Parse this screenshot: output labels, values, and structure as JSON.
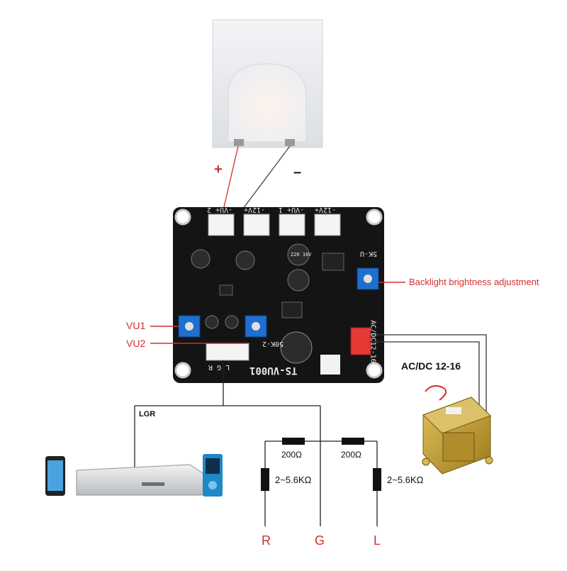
{
  "labels": {
    "plus": "+",
    "minus": "–",
    "backlight": "Backlight brightness adjustment",
    "vu1": "VU1",
    "vu2": "VU2",
    "acdc": "AC/DC 12-16",
    "lgr": "LGR",
    "r200_a": "200Ω",
    "r200_b": "200Ω",
    "r_left": "2~5.6KΩ",
    "r_right": "2~5.6KΩ",
    "term_r": "R",
    "term_g": "G",
    "term_l": "L"
  },
  "board": {
    "model": "TS-VU001",
    "conn_vu2": "-VU+ 2",
    "conn_12v_a": "-12V+",
    "conn_vu1": "-VU+ 1",
    "conn_12v_b": "-12V+",
    "conn_lgr": "L G R",
    "conn_power": "AC/DC12-16",
    "pot_5k": "5K-U",
    "pot_50k": "50K-2",
    "cap_220": "220 16V"
  },
  "colors": {
    "accent_red": "#d32f2f",
    "pcb": "#141414",
    "pot_blue": "#1e6fd0",
    "connector_red": "#e53935",
    "transformer_yellow": "#c9a227"
  }
}
